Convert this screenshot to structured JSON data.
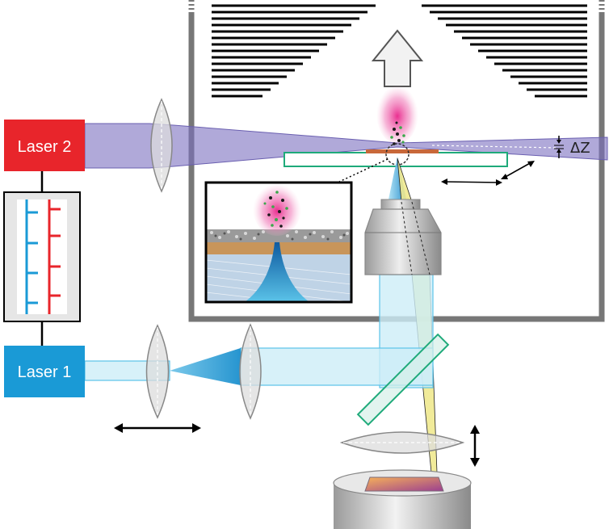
{
  "lasers": {
    "laser2": {
      "label": "Laser 2",
      "color": "#e8252b"
    },
    "laser1": {
      "label": "Laser 1",
      "color": "#1a9ad6"
    }
  },
  "annotations": {
    "delta_z": "ΔZ"
  },
  "colors": {
    "beam_uv": "#7b6fbf",
    "beam_blue": "#5bc3e8",
    "plume_pink": "#e8248a",
    "substrate_gold": "#c8955a",
    "slide_green": "#1faa7a",
    "detector_yellow": "#efe98f"
  },
  "icons": [
    "up-arrow-icon",
    "double-arrow-icon",
    "lens-icon",
    "objective-icon",
    "timing-diagram-icon"
  ]
}
